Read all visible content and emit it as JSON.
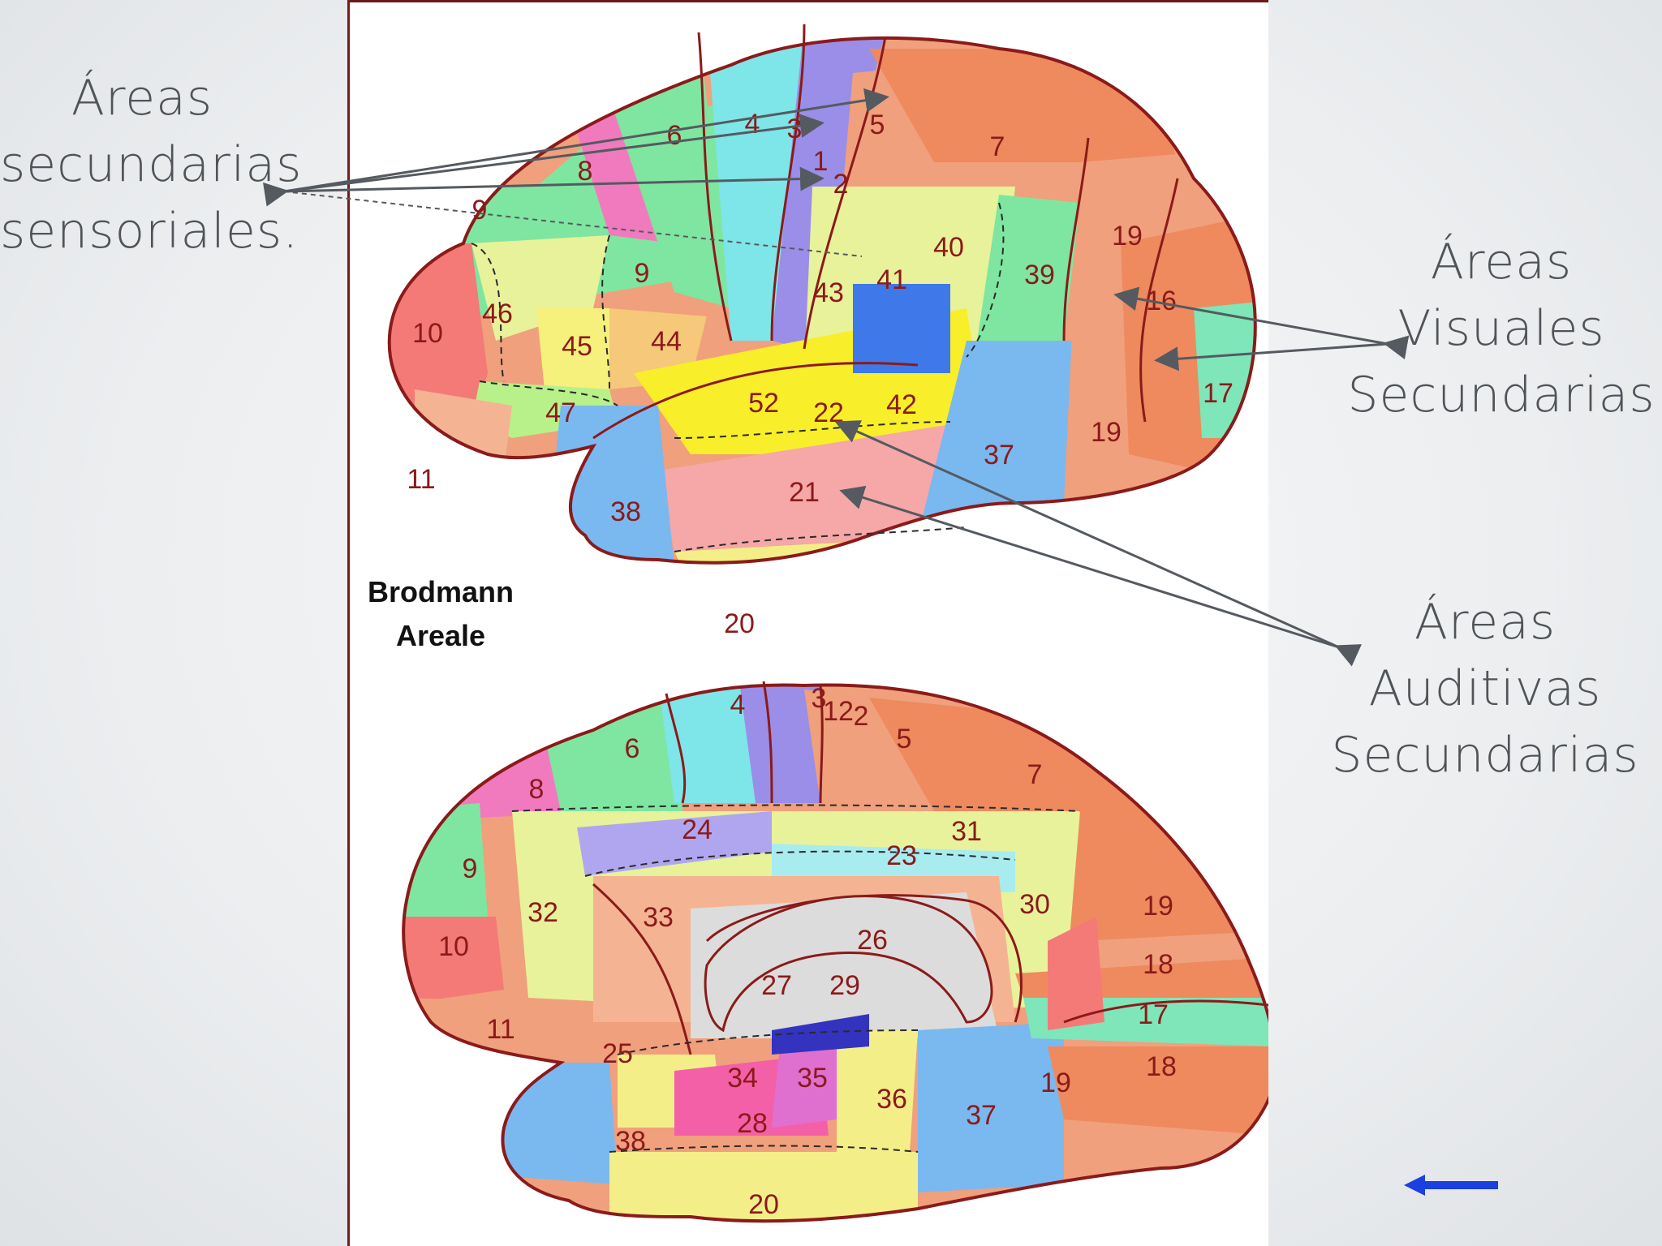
{
  "labels": {
    "left": [
      "Áreas",
      "secundarias",
      "sensoriales."
    ],
    "right_visual": [
      "Áreas",
      "Visuales",
      "Secundarias"
    ],
    "right_auditory": [
      "Áreas",
      "Auditivas",
      "Secundarias"
    ]
  },
  "caption": [
    "Brodmann",
    "Areale"
  ],
  "lateral_areas": [
    "1",
    "2",
    "3",
    "4",
    "5",
    "6",
    "7",
    "8",
    "9",
    "9",
    "10",
    "11",
    "16",
    "17",
    "19",
    "19",
    "20",
    "21",
    "22",
    "37",
    "38",
    "39",
    "40",
    "41",
    "42",
    "43",
    "44",
    "45",
    "46",
    "47",
    "52"
  ],
  "medial_areas": [
    "2",
    "3",
    "4",
    "5",
    "6",
    "7",
    "8",
    "9",
    "10",
    "11",
    "12",
    "17",
    "18",
    "18",
    "19",
    "19",
    "20",
    "23",
    "24",
    "25",
    "26",
    "27",
    "28",
    "29",
    "30",
    "31",
    "32",
    "33",
    "34",
    "35",
    "36",
    "37",
    "38"
  ],
  "colors": {
    "line": "#555a60",
    "back_arrow": "#1c3fe0",
    "border": "#8b1a1a"
  },
  "icons": {
    "back": "arrow-left-icon"
  }
}
